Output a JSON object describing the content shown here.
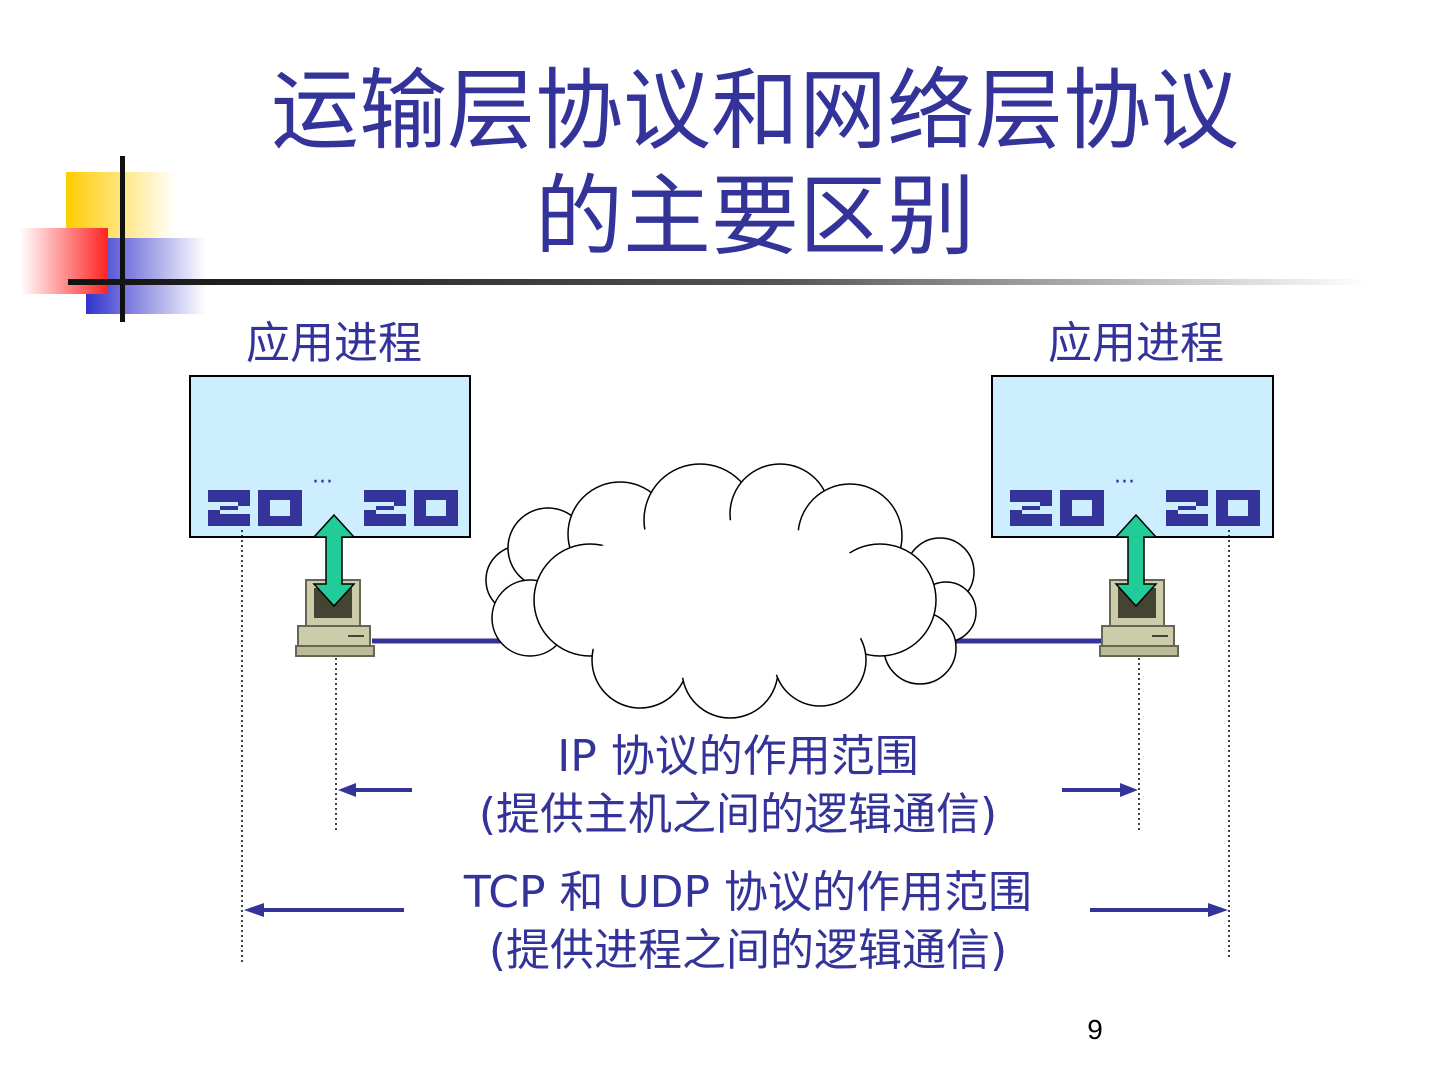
{
  "slide": {
    "title_line1": "运输层协议和网络层协议",
    "title_line2": "的主要区别",
    "page_number": "9"
  },
  "diagram": {
    "left_process_label": "应用进程",
    "right_process_label": "应用进程",
    "port_dots": "···",
    "ip_scope_line1": "IP  协议的作用范围",
    "ip_scope_line2": "(提供主机之间的逻辑通信)",
    "tcp_scope_line1": "TCP  和  UDP  协议的作用范围",
    "tcp_scope_line2": "(提供进程之间的逻辑通信)"
  },
  "colors": {
    "text": "#333399",
    "box_fill": "#CCEEFF",
    "port_icon": "#333399",
    "arrow_green": "#22CC99",
    "line": "#333399",
    "computer": "#CCCCAA"
  }
}
